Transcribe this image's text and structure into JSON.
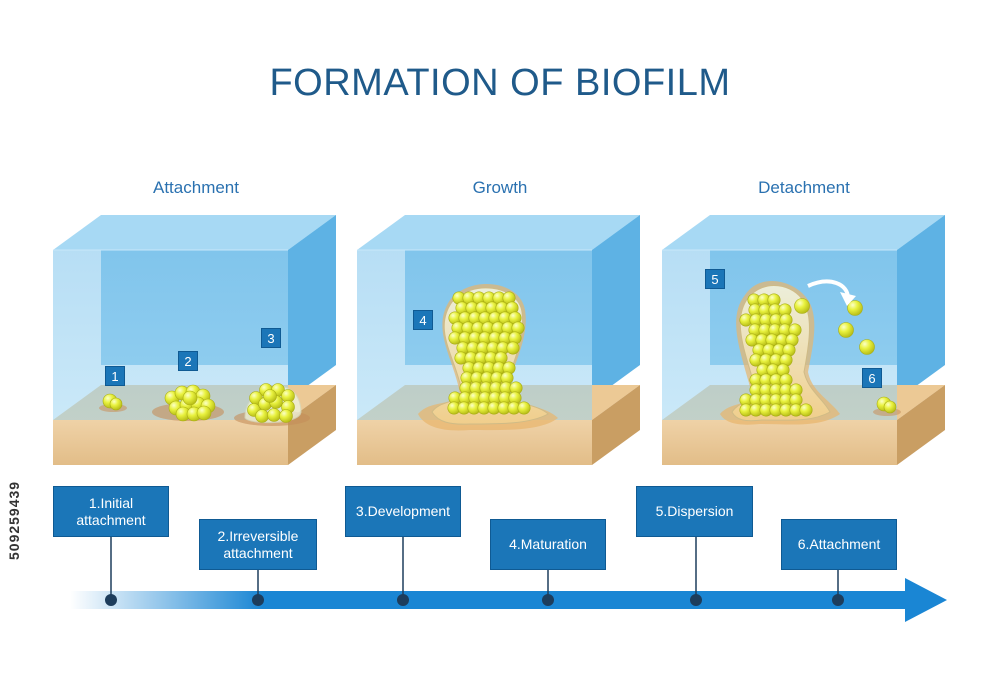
{
  "title": "FORMATION OF BIOFILM",
  "phases": [
    "Attachment",
    "Growth",
    "Detachment"
  ],
  "markers": [
    "1",
    "2",
    "3",
    "4",
    "5",
    "6"
  ],
  "steps": [
    {
      "num": "1",
      "label_line1": "1.Initial",
      "label_line2": "attachment"
    },
    {
      "num": "2",
      "label_line1": "2.Irreversible",
      "label_line2": "attachment"
    },
    {
      "num": "3",
      "label_line1": "3.Development",
      "label_line2": ""
    },
    {
      "num": "4",
      "label_line1": "4.Maturation",
      "label_line2": ""
    },
    {
      "num": "5",
      "label_line1": "5.Dispersion",
      "label_line2": ""
    },
    {
      "num": "6",
      "label_line1": "6.Attachment",
      "label_line2": ""
    }
  ],
  "stock_id": "509259439",
  "colors": {
    "title": "#1f5a8a",
    "box": "#1b76b8",
    "water": "#8ecbef",
    "sand": "#e8c79b",
    "cell": "#e7f24a",
    "arrow": "#1a86d4"
  }
}
